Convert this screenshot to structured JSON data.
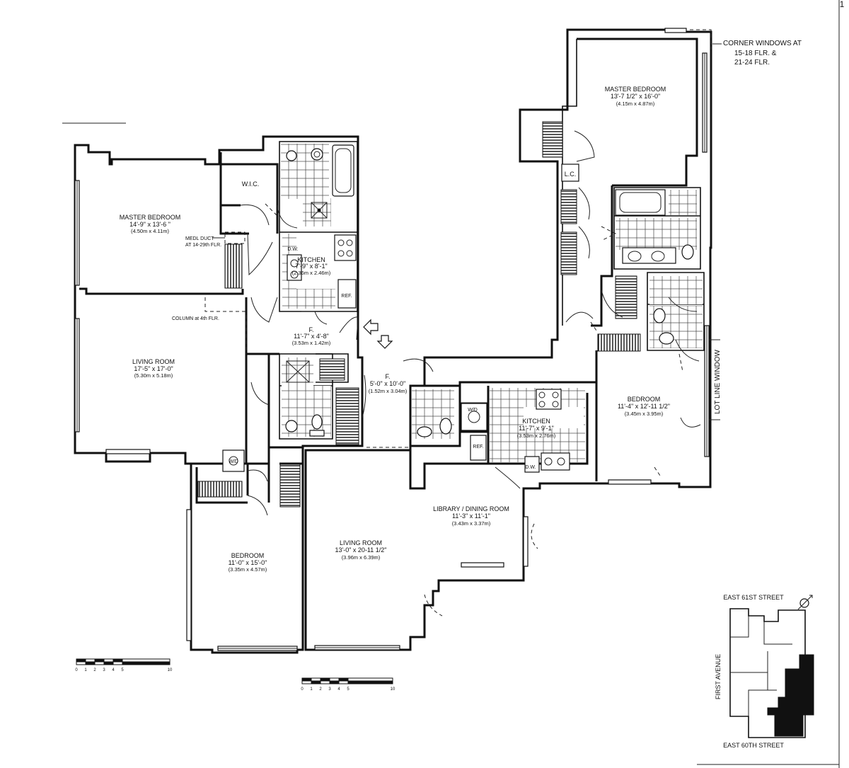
{
  "page_number": "1",
  "unit_a": {
    "master_bedroom": {
      "name": "MASTER BEDROOM",
      "dims": "14'-9\" x 13'-6 \"",
      "metric": "(4.50m x 4.11m)"
    },
    "medical_duct_note": {
      "line1": "MEDL DUCT",
      "line2": "AT 14-29th FLR."
    },
    "wic": "W.I.C.",
    "kitchen": {
      "name": "KITCHEN",
      "dims": "7'-9\" x 8'-1\"",
      "metric": "(2.36m x 2.46m)"
    },
    "dw": "D.W.",
    "ref": "REF.",
    "column_note": "COLUMN at 4th FLR.",
    "foyer": {
      "name": "F.",
      "dims": "11'-7\" x 4'-8\"",
      "metric": "(3.53m x 1.42m)"
    },
    "living_room": {
      "name": "LIVING ROOM",
      "dims": "17'-5\" x 17'-0\"",
      "metric": "(5.30m x 5.18m)"
    },
    "wd": "W/D",
    "bedroom": {
      "name": "BEDROOM",
      "dims": "11'-0\" x 15'-0\"",
      "metric": "(3.35m x 4.57m)"
    }
  },
  "unit_b": {
    "corner_windows_note": {
      "line1": "CORNER WINDOWS AT",
      "line2": "15-18 FLR. &",
      "line3": "21-24 FLR."
    },
    "master_bedroom": {
      "name": "MASTER BEDROOM",
      "dims": "13'-7 1/2\" x 16'-0\"",
      "metric": "(4.15m x 4.87m)"
    },
    "lc": "L.C.",
    "lot_line_window": "LOT LINE WINDOW",
    "bedroom": {
      "name": "BEDROOM",
      "dims": "11'-4\" x 12'-11 1/2\"",
      "metric": "(3.45m x 3.95m)"
    },
    "foyer": {
      "name": "F.",
      "dims": "5'-0\" x 10'-0\"",
      "metric": "(1.52m x 3.04m)"
    },
    "wd": "W/D",
    "kitchen": {
      "name": "KITCHEN",
      "dims": "11'-7\" x 9'-1\"",
      "metric": "(3.53m x 2.76m)"
    },
    "ref": "REF.",
    "dw": "D.W.",
    "library": {
      "name": "LIBRARY / DINING ROOM",
      "dims": "11'-3\" x 11'-1\"",
      "metric": "(3.43m x 3.37m)"
    },
    "living_room": {
      "name": "LIVING ROOM",
      "dims": "13'-0\" x 20-11 1/2\"",
      "metric": "(3.96m x 6.39m)"
    }
  },
  "scale_bar": {
    "labels": [
      "0",
      "1",
      "2",
      "3",
      "4",
      "5",
      "10"
    ]
  },
  "key_plan": {
    "north_street": "EAST 61ST STREET",
    "south_street": "EAST 60TH STREET",
    "avenue": "FIRST AVENUE"
  }
}
